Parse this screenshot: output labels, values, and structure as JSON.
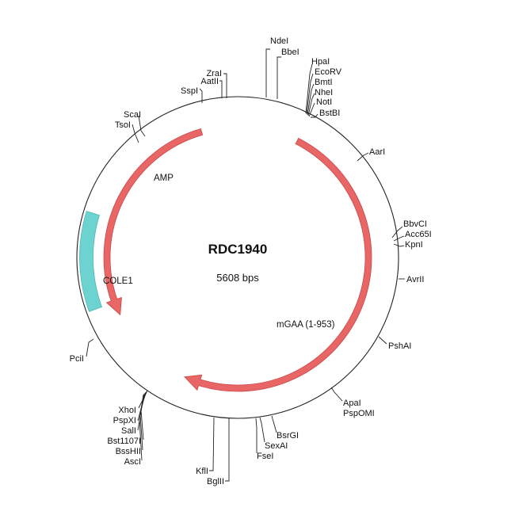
{
  "plasmid": {
    "name": "RDC1940",
    "size_label": "5608 bps"
  },
  "features": [
    {
      "id": "amp",
      "label": "AMP",
      "color": "#e96666",
      "type": "arrow"
    },
    {
      "id": "cole1",
      "label": "COLE1",
      "color": "#6cd3d1",
      "type": "block"
    },
    {
      "id": "mgaa",
      "label": "mGAA (1-953)",
      "color": "#e96666",
      "type": "arrow"
    }
  ],
  "sites": {
    "ndei": "NdeI",
    "bbei": "BbeI",
    "hpai": "HpaI",
    "ecorv": "EcoRV",
    "bmti": "BmtI",
    "nhei": "NheI",
    "noti": "NotI",
    "bstbi": "BstBI",
    "aari": "AarI",
    "bbvci": "BbvCI",
    "acc65i": "Acc65I",
    "kpni": "KpnI",
    "avrii": "AvrII",
    "pshai": "PshAI",
    "apai": "ApaI",
    "pspomi": "PspOMI",
    "bsrgi": "BsrGI",
    "sexai": "SexAI",
    "fsei": "FseI",
    "kfli": "KflI",
    "bglii": "BglII",
    "xhoi": "XhoI",
    "pspxi": "PspXI",
    "sali": "SalI",
    "bst1107i": "Bst1107I",
    "bsshii": "BssHII",
    "asci": "AscI",
    "pcii": "PciI",
    "tsoi": "TsoI",
    "scai": "ScaI",
    "sspi": "SspI",
    "aatii": "AatII",
    "zrai": "ZraI"
  }
}
